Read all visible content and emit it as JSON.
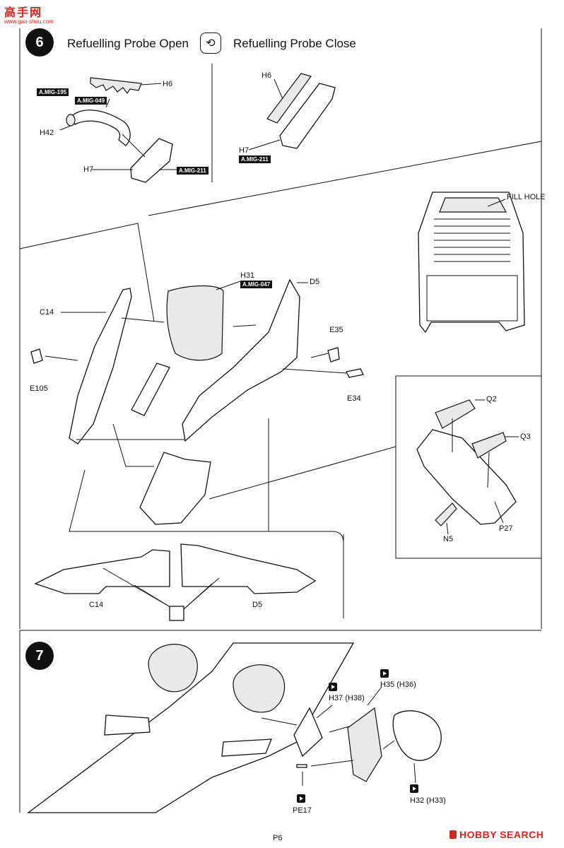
{
  "watermark_top": {
    "brand": "高手网",
    "url": "www.gao-shou.com"
  },
  "step6": {
    "number": "6",
    "title_open": "Refuelling Probe Open",
    "title_close": "Refuelling Probe Close",
    "labels": {
      "h6_a": "H6",
      "h42": "H42",
      "h7_a": "H7",
      "h6_b": "H6",
      "h7_b": "H7",
      "fill_hole": "FILL HOLE",
      "h31": "H31",
      "d5": "D5",
      "c14": "C14",
      "e35": "E35",
      "e105": "E105",
      "e34": "E34",
      "q2": "Q2",
      "q3": "Q3",
      "n5": "N5",
      "p27": "P27",
      "c14_bottom": "C14",
      "d5_bottom": "D5"
    },
    "paints": {
      "mig195": "A.MIG-195",
      "mig049": "A.MIG-049",
      "mig211_a": "A.MIG-211",
      "mig211_b": "A.MIG-211",
      "mig047": "A.MIG-047"
    }
  },
  "step7": {
    "number": "7",
    "labels": {
      "h37": "H37 (H38)",
      "h35": "H35 (H36)",
      "h32": "H32 (H33)",
      "pe17": "PE17"
    }
  },
  "footer": {
    "page": "P6",
    "brand": "HOBBY SEARCH"
  }
}
